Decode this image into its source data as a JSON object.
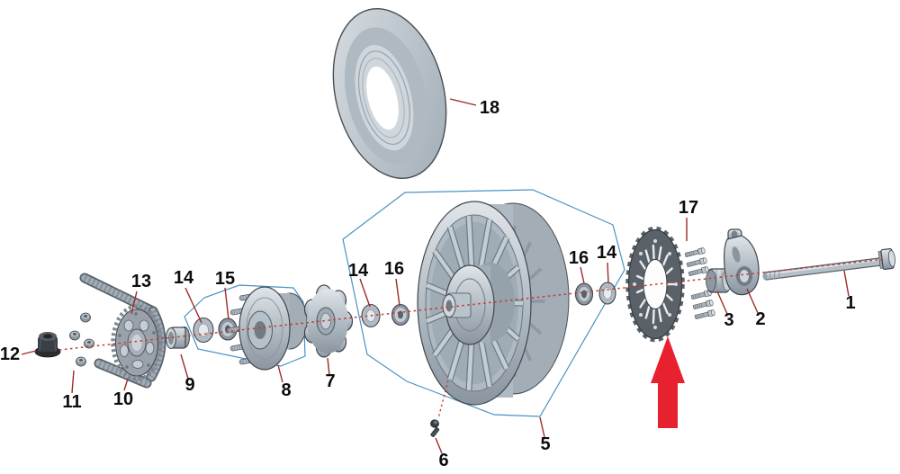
{
  "diagram": {
    "background": "#ffffff",
    "style": "exploded-parts-diagram",
    "colors": {
      "part_fill": "#b9c3cb",
      "part_outline": "#40464c",
      "brake_disc": "#5a6168",
      "leader_line": "#9e2b26",
      "center_line": "#c23a30",
      "frame_outline": "#4a92c2",
      "callout_text": "#0d0d0d",
      "highlight_arrow": "#e8212e"
    },
    "callouts": {
      "axle_bolt": {
        "label": "1"
      },
      "brake_bracket": {
        "label": "2"
      },
      "bushing": {
        "label": "3"
      },
      "rim": {
        "label": "5"
      },
      "valve": {
        "label": "6"
      },
      "cush_carrier": {
        "label": "7"
      },
      "hub": {
        "label": "8"
      },
      "spacer": {
        "label": "9"
      },
      "chain": {
        "label": "10"
      },
      "nuts": {
        "label": "11"
      },
      "axle_nut": {
        "label": "12"
      },
      "sprocket": {
        "label": "13"
      },
      "seal_left": {
        "label": "14"
      },
      "bearing_left": {
        "label": "15"
      },
      "seal_mid": {
        "label": "14"
      },
      "bearing_mid": {
        "label": "16"
      },
      "bearing_right": {
        "label": "16"
      },
      "seal_right": {
        "label": "14"
      },
      "disc_bolts": {
        "label": "17"
      },
      "tire": {
        "label": "18"
      }
    },
    "highlight_arrow": {
      "color": "#e8212e",
      "points_to": "brake-disc"
    }
  }
}
